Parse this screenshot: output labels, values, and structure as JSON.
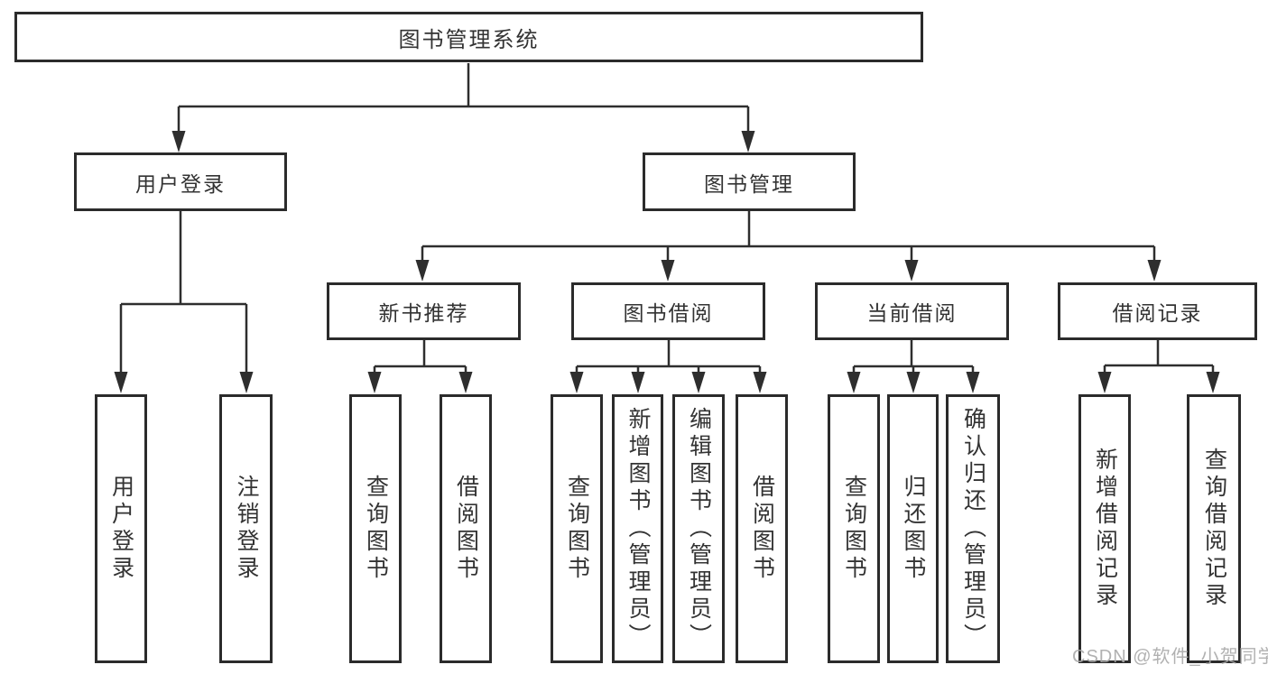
{
  "diagram": {
    "title": "图书管理系统",
    "colors": {
      "line": "#2e2e2e",
      "box_border": "#2b2b2b",
      "box_fill": "#ffffff",
      "text": "#333333",
      "watermark": "#a9a9a9",
      "background": "#ffffff"
    },
    "watermark": {
      "text": "CSDN @软件_小贺同学"
    },
    "nodes": {
      "root": {
        "label": "图书管理系统",
        "children": [
          "user_login",
          "book_management"
        ]
      },
      "user_login": {
        "label": "用户登录",
        "children": [
          "leaf_user_login",
          "leaf_logout"
        ]
      },
      "book_management": {
        "label": "图书管理",
        "children": [
          "new_book_recommendation",
          "book_borrowing",
          "current_borrowing",
          "borrowing_records"
        ]
      },
      "new_book_recommendation": {
        "label": "新书推荐",
        "children": [
          "leaf_query_books_a",
          "leaf_borrow_books_a"
        ]
      },
      "book_borrowing": {
        "label": "图书借阅",
        "children": [
          "leaf_query_books_b",
          "leaf_add_books_admin",
          "leaf_edit_books_admin",
          "leaf_borrow_books_b"
        ]
      },
      "current_borrowing": {
        "label": "当前借阅",
        "children": [
          "leaf_query_books_c",
          "leaf_return_books",
          "leaf_confirm_return_admin"
        ]
      },
      "borrowing_records": {
        "label": "借阅记录",
        "children": [
          "leaf_add_borrowing_record",
          "leaf_query_borrowing_record"
        ]
      },
      "leaf_user_login": {
        "label": "用户登录"
      },
      "leaf_logout": {
        "label": "注销登录"
      },
      "leaf_query_books_a": {
        "label": "查询图书"
      },
      "leaf_borrow_books_a": {
        "label": "借阅图书"
      },
      "leaf_query_books_b": {
        "label": "查询图书"
      },
      "leaf_add_books_admin": {
        "label": "新增图书（管理员）"
      },
      "leaf_edit_books_admin": {
        "label": "编辑图书（管理员）"
      },
      "leaf_borrow_books_b": {
        "label": "借阅图书"
      },
      "leaf_query_books_c": {
        "label": "查询图书"
      },
      "leaf_return_books": {
        "label": "归还图书"
      },
      "leaf_confirm_return_admin": {
        "label": "确认归还（管理员）"
      },
      "leaf_add_borrowing_record": {
        "label": "新增借阅记录"
      },
      "leaf_query_borrowing_record": {
        "label": "查询借阅记录"
      }
    }
  }
}
